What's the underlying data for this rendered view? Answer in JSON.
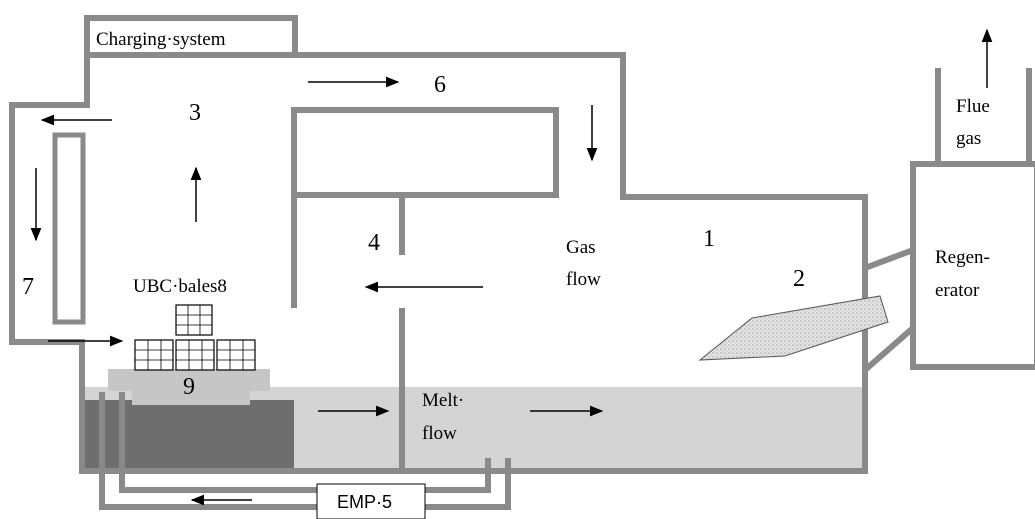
{
  "labels": {
    "charging_system": "Charging·system",
    "n1": "1",
    "n2": "2",
    "n3": "3",
    "n4": "4",
    "n6": "6",
    "n7": "7",
    "n9": "9",
    "gas_flow_1": "Gas",
    "gas_flow_2": "flow",
    "ubc_bales": "UBC·bales8",
    "melt_flow_1": "Melt·",
    "melt_flow_2": "flow",
    "emp": "EMP·5",
    "flue_gas_1": "Flue",
    "flue_gas_2": "gas",
    "regenerator_1": "Regen-",
    "regenerator_2": "erator"
  },
  "colors": {
    "wall": "#8a8a8a",
    "melt": "#d4d4d4",
    "dark_block": "#6e6e6e",
    "burner_fill": "#e2e2e2"
  }
}
